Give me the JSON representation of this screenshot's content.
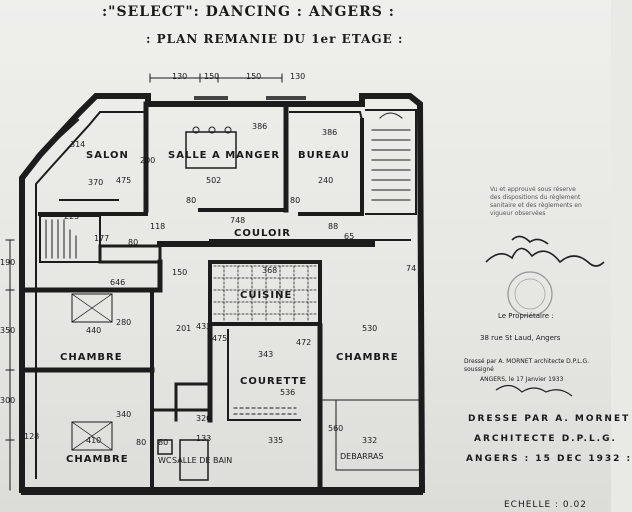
{
  "header": {
    "title": ":\"SELECT\": DANCING : ANGERS :",
    "subtitle": ": PLAN REMANIE DU 1er ETAGE :"
  },
  "rooms": {
    "salon": "SALON",
    "salle_a_manger": "SALLE A MANGER",
    "bureau": "BUREAU",
    "couloir": "COULOIR",
    "cuisine": "CUISINE",
    "chambre_left": "CHAMBRE",
    "chambre_right": "CHAMBRE",
    "chambre_bottom": "CHAMBRE",
    "courette": "COURETTE",
    "wc": "WC",
    "salle_de_bain": "SALLE DE BAIN",
    "debarras": "DEBARRAS"
  },
  "dimensions": {
    "d130a": "130",
    "d150a": "150",
    "d150b": "150",
    "d130b": "130",
    "d314": "314",
    "d370": "370",
    "d475a": "475",
    "d200": "200",
    "d386a": "386",
    "d386b": "386",
    "d502": "502",
    "d80a": "80",
    "d240": "240",
    "d80b": "80",
    "d748": "748",
    "d225": "225",
    "d177": "177",
    "d80c": "80",
    "d118": "118",
    "d88": "88",
    "d65": "65",
    "d150c": "150",
    "d368": "368",
    "d646": "646",
    "d74": "74",
    "d440": "440",
    "d280": "280",
    "d201": "201",
    "d433": "433",
    "d530": "530",
    "d475b": "475",
    "d343": "343",
    "d472": "472",
    "d536": "536",
    "d410": "410",
    "d340": "340",
    "d80d": "80",
    "d80e": "80",
    "d133": "133",
    "d320": "320",
    "d335": "335",
    "d560": "560",
    "d332": "332",
    "d128": "128",
    "dl190": "190",
    "dl350": "350",
    "dl300": "300"
  },
  "stamp": {
    "approval": "Vu et approuvé sous réserve des dispositions du règlement sanitaire et des règlements en vigueur observées"
  },
  "owner": {
    "label": "Le Propriétaire :",
    "address": "38 rue St Laud, Angers",
    "dresse": "Dressé par A. MORNET architecte D.P.L.G.",
    "soussigne": "soussigné",
    "date": "ANGERS, le 17 Janvier 1933"
  },
  "credit": {
    "line1": "DRESSE PAR A. MORNET",
    "line2": "ARCHITECTE D.P.L.G.",
    "line3": "ANGERS : 15 DEC 1932 :"
  },
  "scale": "ECHELLE : 0.02"
}
